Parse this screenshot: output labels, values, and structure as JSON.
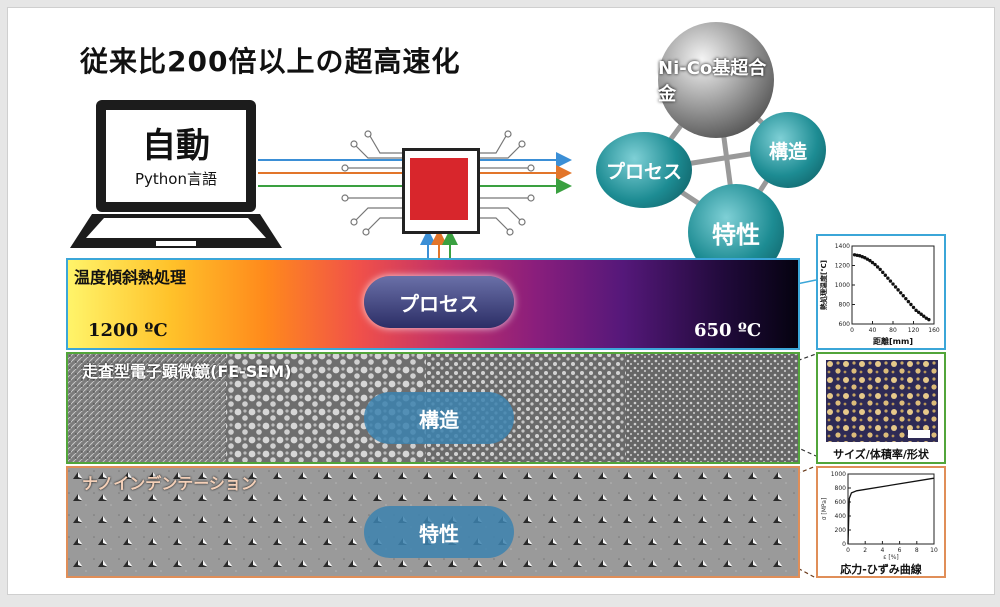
{
  "title": "従来比200倍以上の超高速化",
  "laptop": {
    "label": "自動",
    "sublabel": "Python言語"
  },
  "spheres": {
    "top": "Ni-Co基超合金",
    "left": "プロセス",
    "right": "構造",
    "bottom": "特性"
  },
  "bands": {
    "process": {
      "label": "温度傾斜熱処理",
      "pill": "プロセス",
      "temp_left": "1200 ºC",
      "temp_right": "650 ºC"
    },
    "structure": {
      "label": "走査型電子顕微鏡(FE-SEM)",
      "pill": "構造"
    },
    "property": {
      "label": "ナノインデンテーション",
      "pill": "特性"
    }
  },
  "insets": {
    "process_chart": {
      "xlabel": "距離[mm]",
      "ylabel": "熱処理温度[℃]"
    },
    "structure_caption": "サイズ/体積率/形状",
    "property_chart": {
      "caption": "応力-ひずみ曲線"
    }
  },
  "colors": {
    "blue": "#3ba6d8",
    "green": "#52a53a",
    "orange": "#e08e58",
    "chip_red": "#d8262c",
    "sphere_teal": "#1d8c93",
    "sphere_gray": "#777777"
  },
  "chart_data": [
    {
      "type": "scatter",
      "title": "",
      "xlabel": "距離[mm]",
      "ylabel": "熱処理温度[℃]",
      "xlim": [
        0,
        160
      ],
      "ylim": [
        600,
        1400
      ],
      "x_ticks": [
        0,
        40,
        80,
        120,
        160
      ],
      "y_ticks": [
        600,
        800,
        1000,
        1200,
        1400
      ],
      "series": [
        {
          "x": [
            5,
            10,
            15,
            20,
            25,
            30,
            35,
            40,
            45,
            50,
            55,
            60,
            65,
            70,
            75,
            80,
            85,
            90,
            95,
            100,
            105,
            110,
            115,
            120,
            125,
            130,
            135,
            140,
            145,
            150
          ],
          "y": [
            1310,
            1305,
            1300,
            1290,
            1280,
            1265,
            1250,
            1230,
            1210,
            1185,
            1160,
            1130,
            1100,
            1070,
            1040,
            1010,
            980,
            950,
            920,
            890,
            860,
            830,
            800,
            770,
            740,
            720,
            700,
            680,
            660,
            645
          ]
        }
      ]
    },
    {
      "type": "line",
      "title": "",
      "xlabel": "ε [%]",
      "ylabel": "σ [MPa]",
      "xlim": [
        0,
        10
      ],
      "ylim": [
        0,
        1000
      ],
      "x_ticks": [
        0,
        2,
        4,
        6,
        8,
        10
      ],
      "y_ticks": [
        0,
        200,
        400,
        600,
        800,
        1000
      ],
      "series": [
        {
          "x": [
            0,
            0.15,
            0.4,
            1,
            10
          ],
          "y": [
            0,
            650,
            730,
            760,
            940
          ]
        }
      ]
    }
  ]
}
